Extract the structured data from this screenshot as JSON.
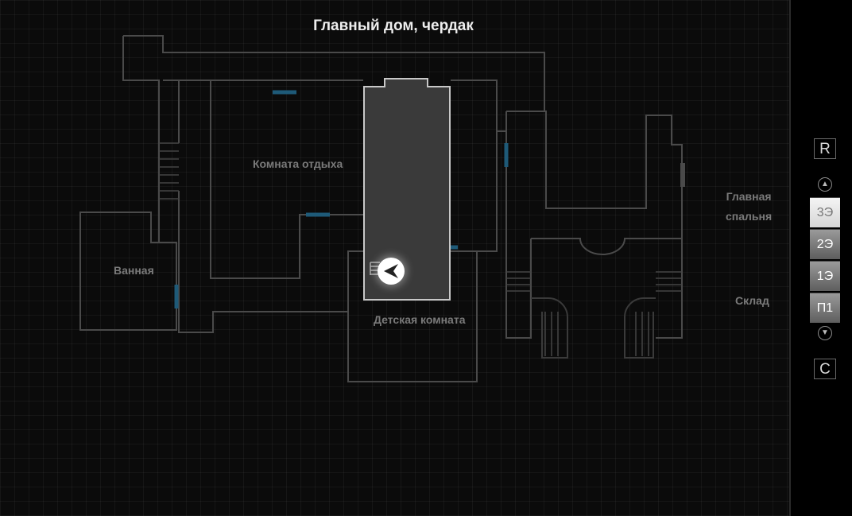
{
  "map": {
    "title": "Главный дом, чердак",
    "rooms": {
      "rest_room": "Комната отдыха",
      "bathroom": "Ванная",
      "kids_room": "Детская комната",
      "master_bedroom_line1": "Главная",
      "master_bedroom_line2": "спальня",
      "storage": "Склад"
    },
    "player_icon": "player-arrow-icon"
  },
  "sidebar": {
    "top_button": "R",
    "bottom_button": "C",
    "up_icon": "chevron-up-icon",
    "down_icon": "chevron-down-icon",
    "floors": [
      {
        "label": "3Э",
        "active": true
      },
      {
        "label": "2Э",
        "active": false
      },
      {
        "label": "1Э",
        "active": false
      },
      {
        "label": "П1",
        "active": false
      }
    ]
  },
  "colors": {
    "background": "#0b0b0b",
    "wall": "#4a4a4a",
    "current_room_fill": "#3a3a3a",
    "current_room_border": "#c8c8c8",
    "door": "#1e5a78",
    "active_floor": "#e6e6e6"
  }
}
